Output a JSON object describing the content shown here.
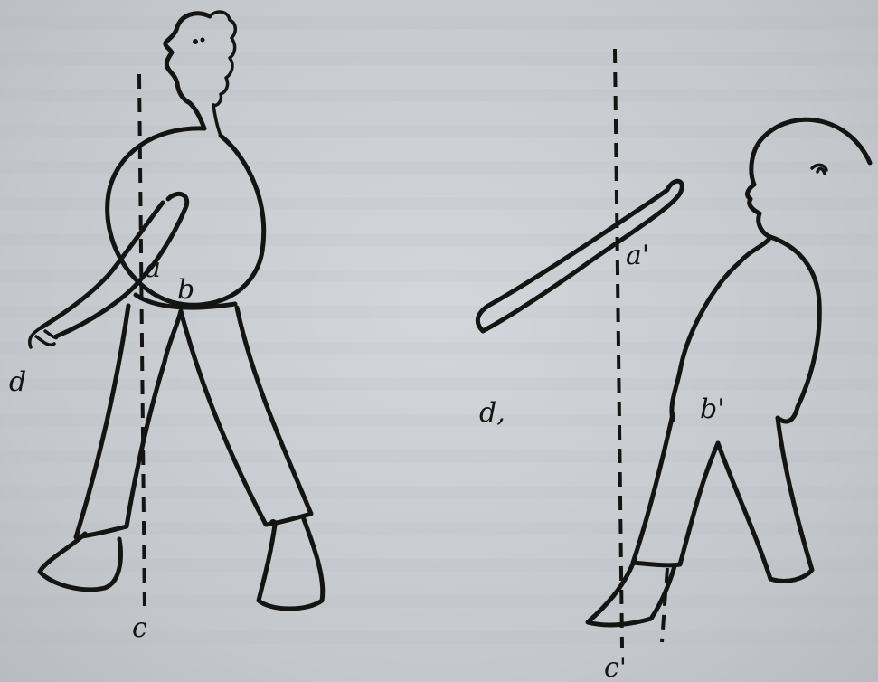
{
  "labels": {
    "a": "a",
    "b": "b",
    "c": "c",
    "d": "d",
    "a_prime": "a'",
    "b_prime": "b'",
    "c_prime": "c'",
    "d1": "d,"
  },
  "colors": {
    "ink": "#141414",
    "paper": "#c9ccd1"
  }
}
